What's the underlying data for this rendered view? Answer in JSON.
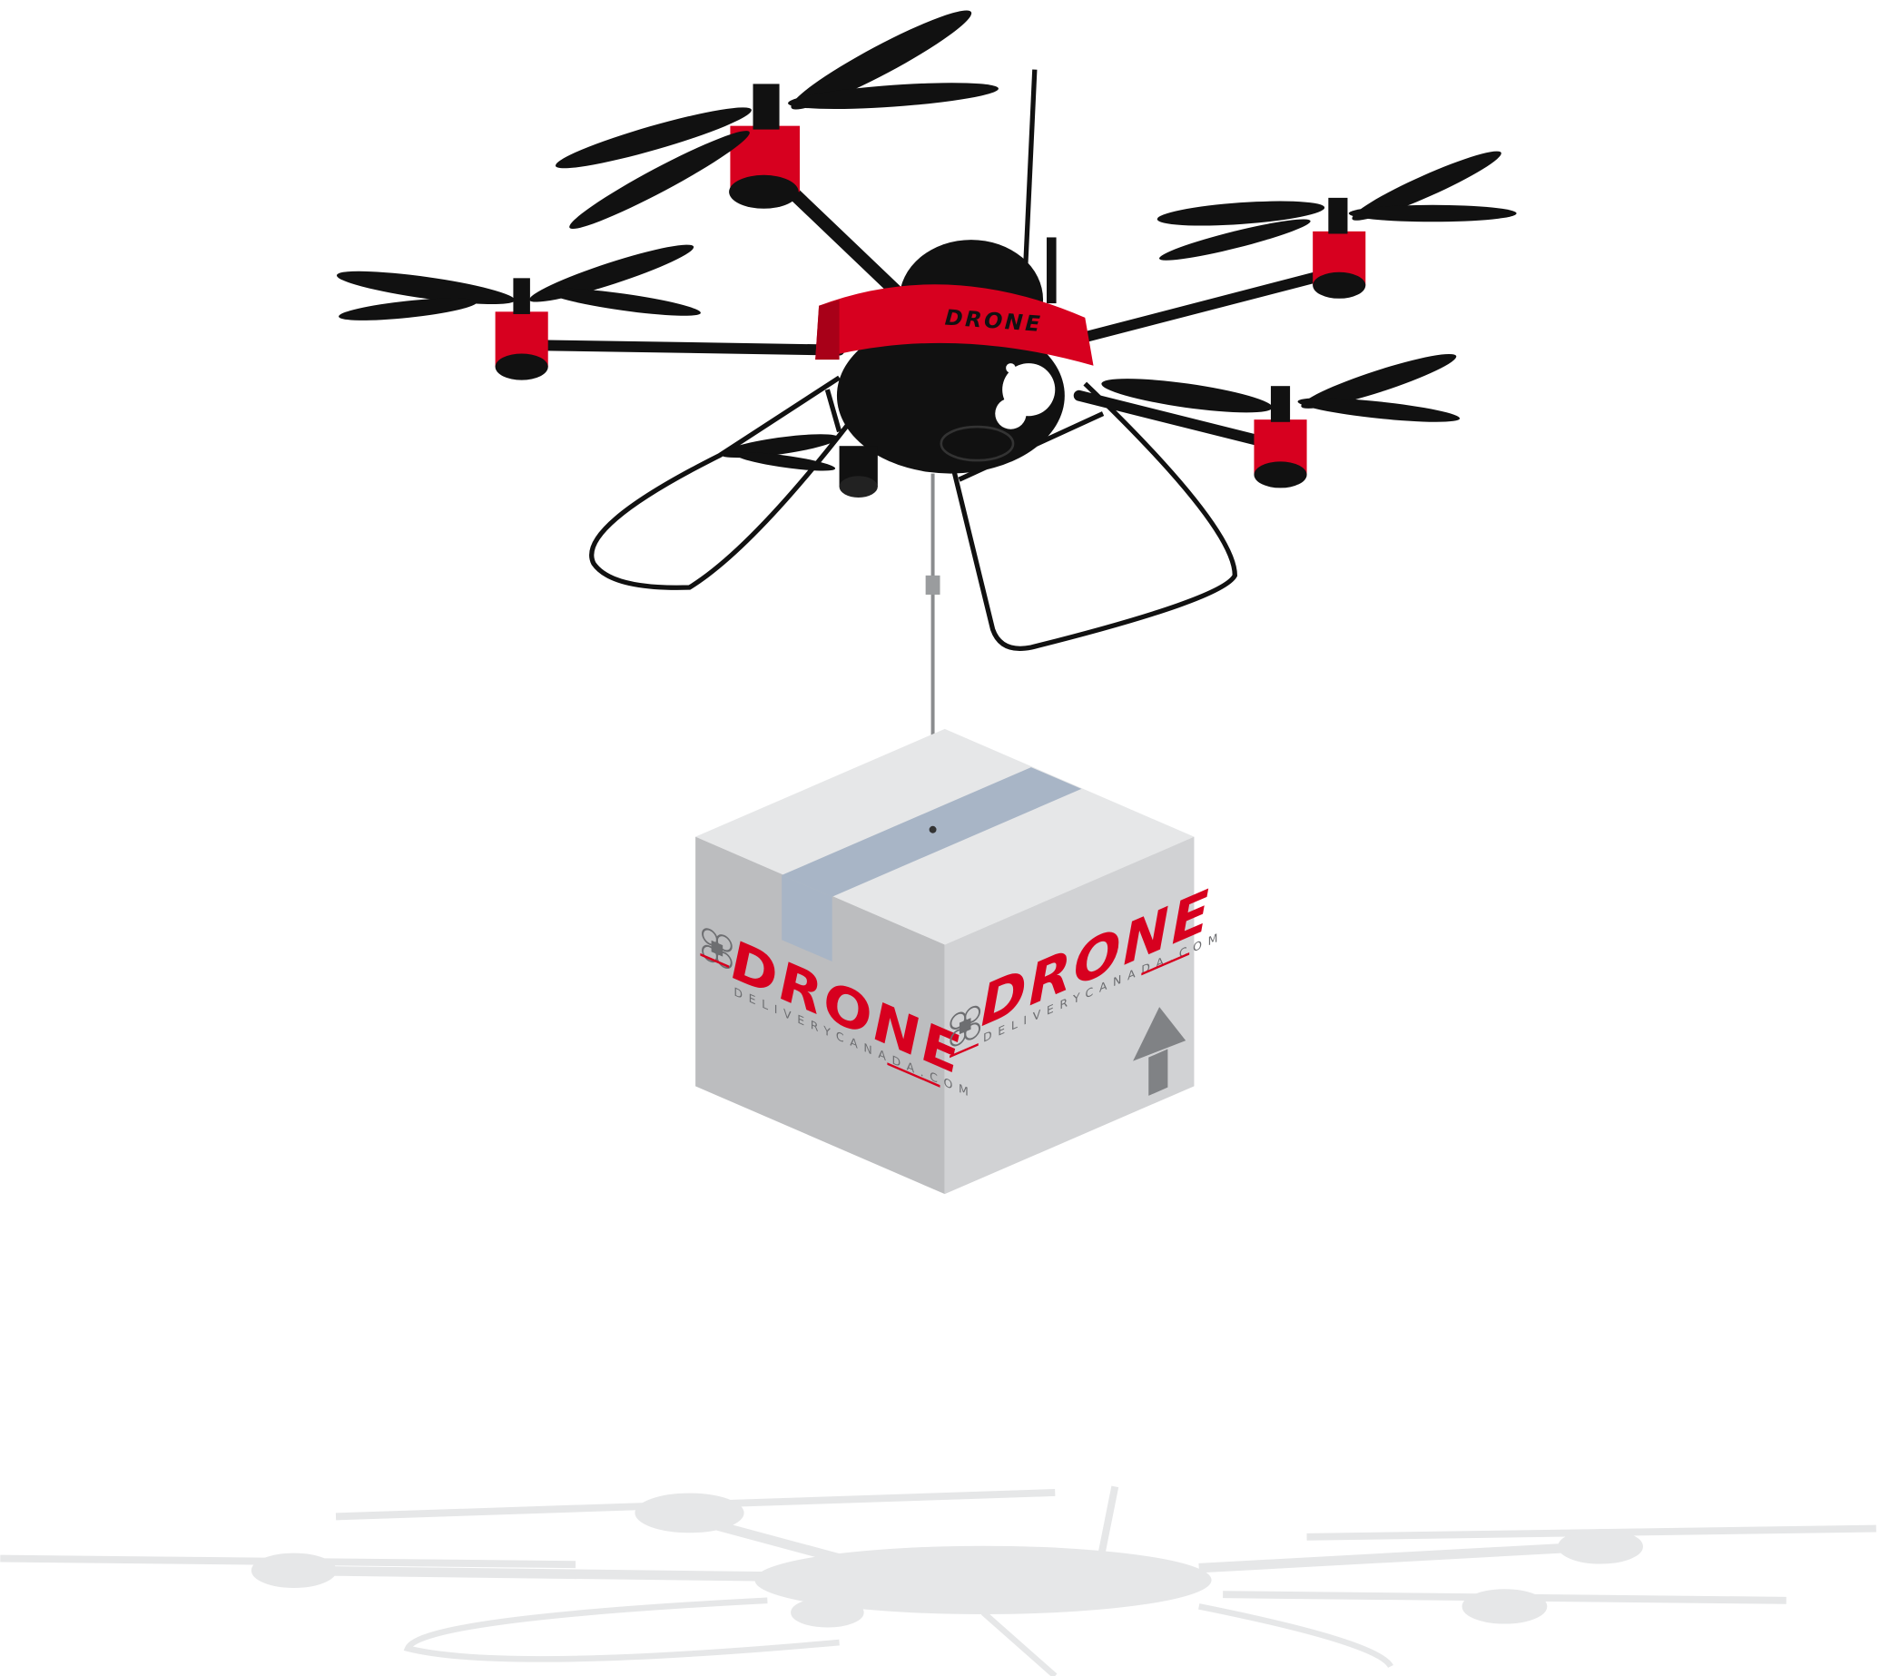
{
  "illustration": {
    "subject": "drone-carrying-package",
    "logo": {
      "main": "DRONE",
      "sub": "DELIVERYCANADA.COM"
    },
    "colors": {
      "brand_red": "#d7001f",
      "drone_black": "#111111",
      "box_top": "#e6e7e8",
      "box_left": "#bcbdbf",
      "box_right": "#d1d2d4",
      "tape": "#a8b5c6",
      "shadow": "#e6e7e8",
      "arrow": "#808285"
    },
    "icons": [
      "quadcopter-logo-icon",
      "this-side-up-arrow-icon"
    ]
  }
}
